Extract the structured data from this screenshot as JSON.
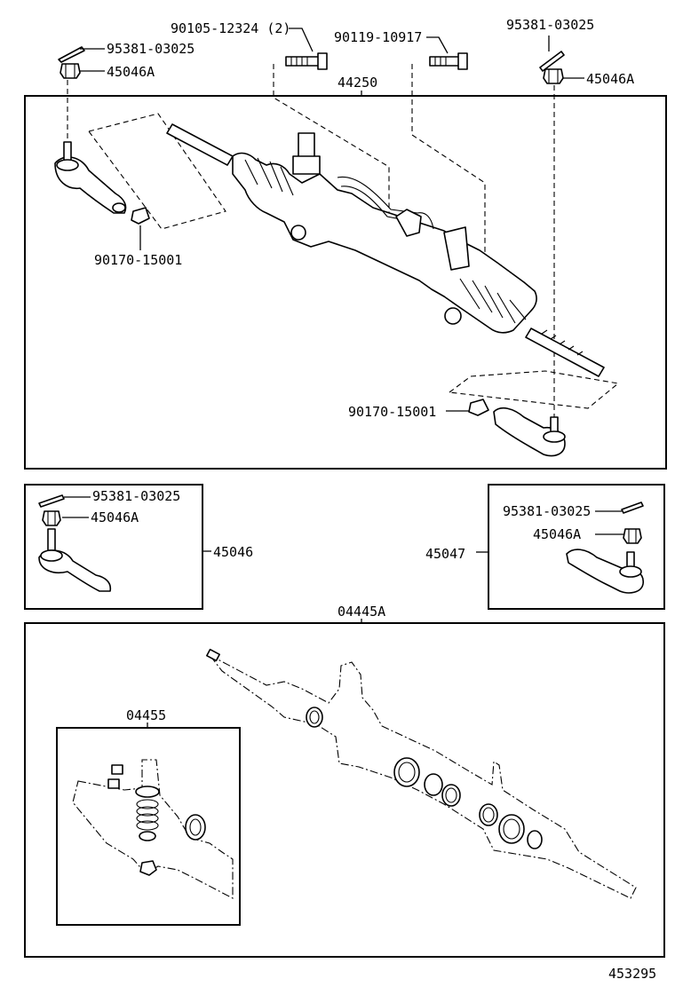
{
  "parts": {
    "bolt_a": "90105-12324 (2)",
    "bolt_b": "90119-10917",
    "pin_top_left": "95381-03025",
    "nut_top_left": "45046A",
    "pin_top_right": "95381-03025",
    "nut_top_right": "45046A",
    "rack_assembly": "44250",
    "nut_left": "90170-15001",
    "nut_right": "90170-15001",
    "pin_left_box": "95381-03025",
    "nut_left_box": "45046A",
    "tie_end_left": "45046",
    "pin_right_box": "95381-03025",
    "nut_right_box": "45046A",
    "tie_end_right": "45047",
    "gasket_kit": "04445A",
    "sub_kit": "04455",
    "diagram_number": "453295"
  }
}
